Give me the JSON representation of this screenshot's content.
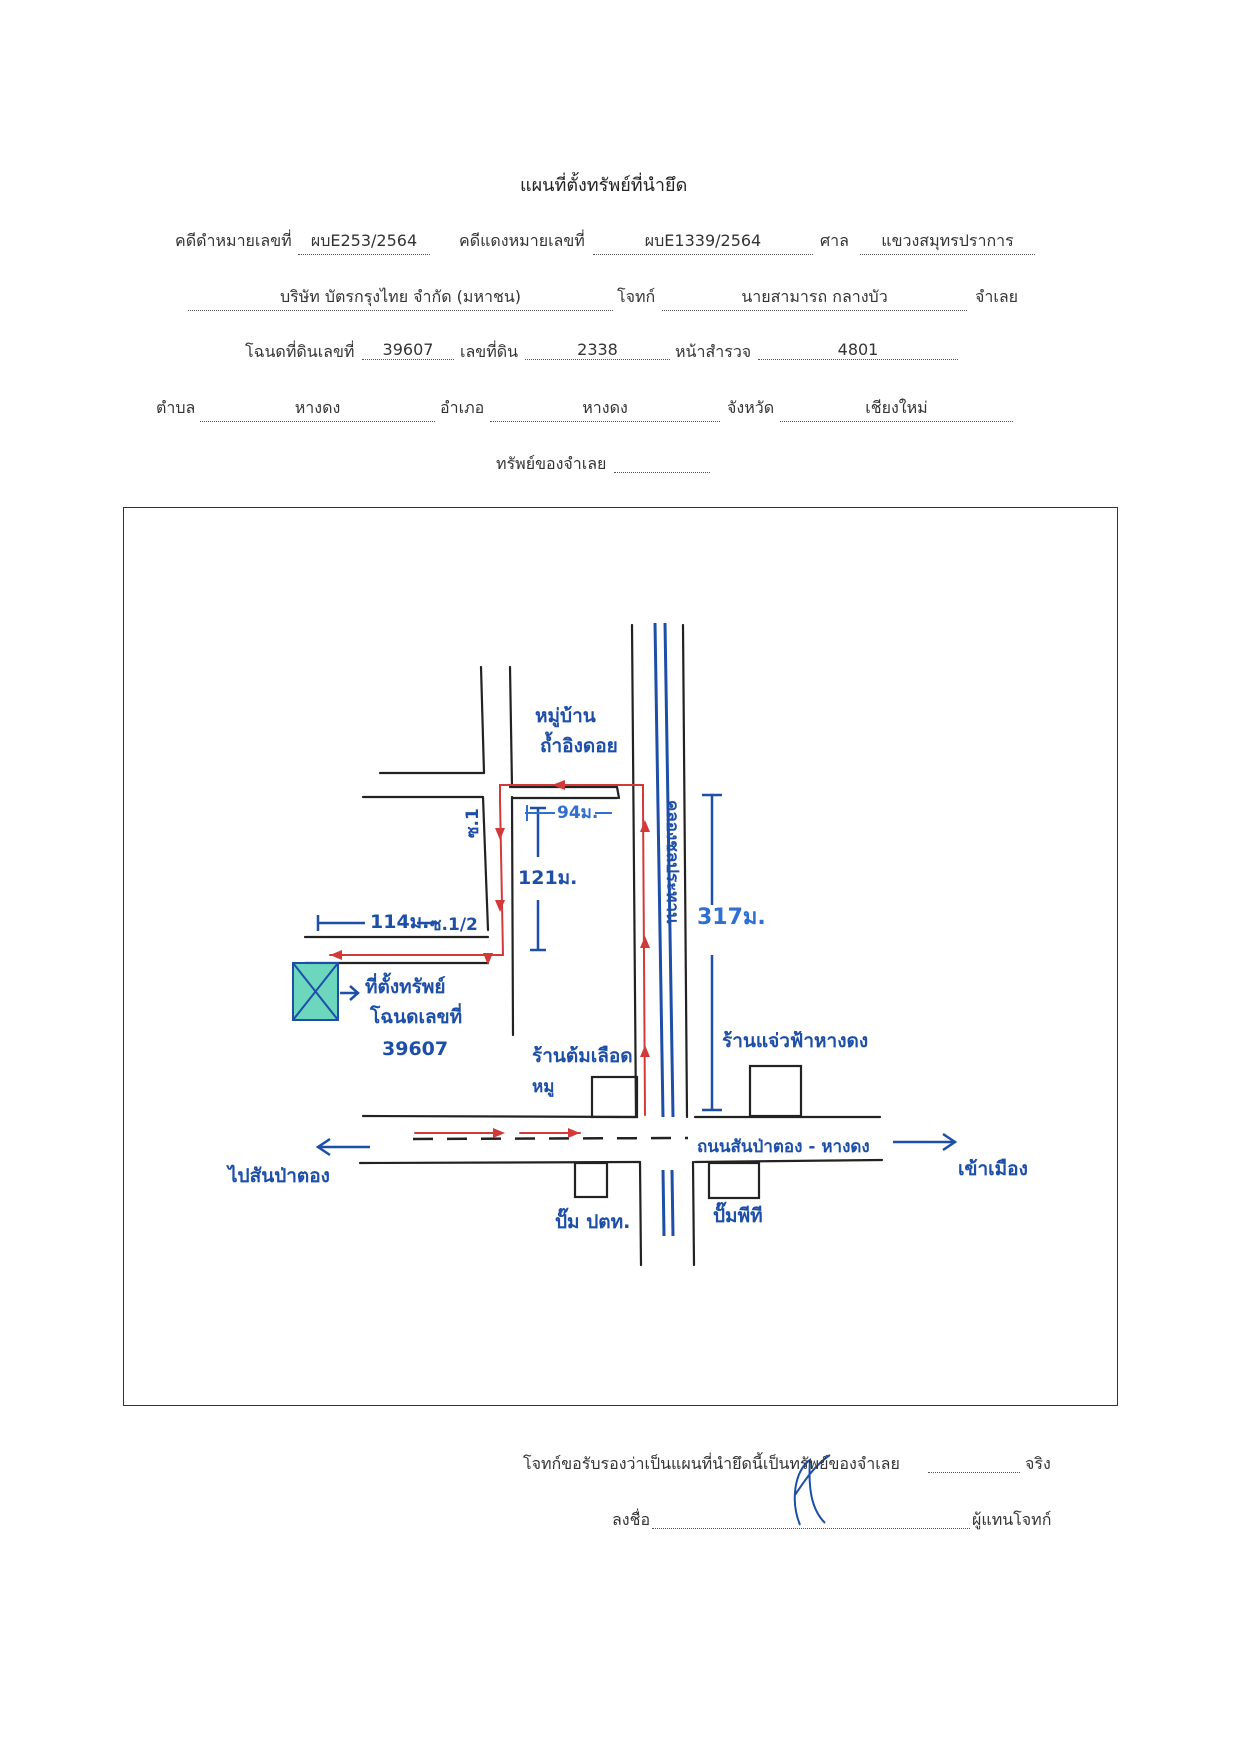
{
  "title": "แผนที่ตั้งทรัพย์ที่นำยึด",
  "row1": {
    "black_case_label": "คดีดำหมายเลขที่",
    "black_case_no": "ผบE253/2564",
    "red_case_label": "คดีแดงหมายเลขที่",
    "red_case_no": "ผบE1339/2564",
    "court_label": "ศาล",
    "court_name": "แขวงสมุทรปราการ"
  },
  "row2": {
    "plaintiff_name": "บริษัท บัตรกรุงไทย จำกัด (มหาชน)",
    "plaintiff_label": "โจทก์",
    "defendant_name": "นายสามารถ กลางบัว",
    "defendant_label": "จำเลย"
  },
  "row3": {
    "deed_label": "โฉนดที่ดินเลขที่",
    "deed_no": "39607",
    "land_label": "เลขที่ดิน",
    "land_no": "2338",
    "survey_label": "หน้าสำรวจ",
    "survey_no": "4801"
  },
  "row4": {
    "subdistrict_label": "ตำบล",
    "subdistrict": "หางดง",
    "district_label": "อำเภอ",
    "district": "หางดง",
    "province_label": "จังหวัด",
    "province": "เชียงใหม่"
  },
  "row5": {
    "owner_label": "ทรัพย์ของจำเลย"
  },
  "map": {
    "village": "หมู่บ้าน",
    "village_name": "ถ้ำอิงดอย",
    "dist_94": "94ม.",
    "soi_1": "ซ.1",
    "dist_121": "121ม.",
    "dist_114": "114ม.",
    "soi_1_2": "ซ.1/2",
    "canal": "คลองชลประทาน",
    "dist_317": "317ม.",
    "property_line1": "ที่ตั้งทรัพย์",
    "property_line2": "โฉนดเลขที่",
    "property_line3": "39607",
    "shop_left_1": "ร้านต้มเลือด",
    "shop_left_2": "หมู",
    "shop_right": "ร้านแจ่วฟ้าหางดง",
    "road_name": "ถนนสันป่าตอง - หางดง",
    "to_left": "ไปสันป่าตอง",
    "to_right": "เข้าเมือง",
    "pump_left": "ปั๊ม ปตท.",
    "pump_right": "ปั๊มพีที"
  },
  "footer": {
    "certify_text": "โจทก์ขอรับรองว่าเป็นแผนที่นำยึดนี้เป็นทรัพย์ของจำเลย",
    "certify_end": "จริง",
    "sign_label": "ลงชื่อ",
    "sign_role": "ผู้แทนโจทก์"
  },
  "colors": {
    "ink_blue": "#1d4fa8",
    "ink_red": "#d23a3a",
    "marker_green": "#3cc9a8"
  }
}
